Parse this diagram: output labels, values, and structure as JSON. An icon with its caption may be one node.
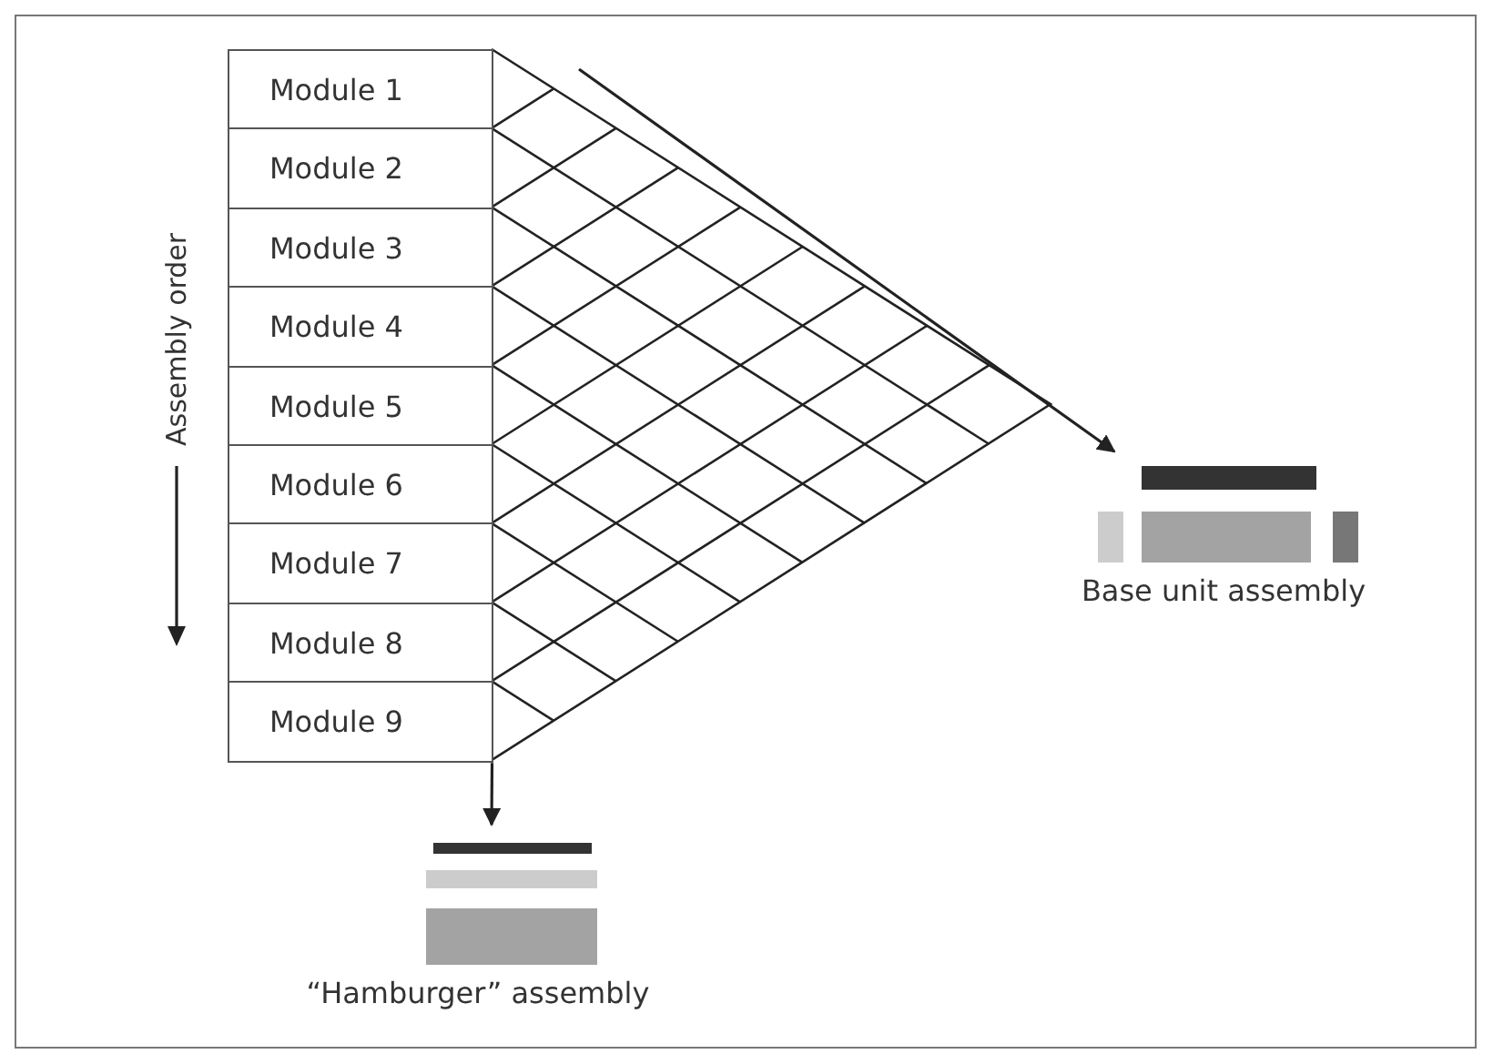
{
  "diagram": {
    "nodes": [
      {
        "text": [
          "Module 1"
        ]
      },
      {
        "text": [
          "Module 2"
        ]
      },
      {
        "text": [
          "Module 3"
        ]
      },
      {
        "text": [
          "Module 4"
        ]
      },
      {
        "text": [
          "Module 5"
        ]
      },
      {
        "text": [
          "Module 6"
        ]
      },
      {
        "text": [
          "Module 7"
        ]
      },
      {
        "text": [
          "Module 8"
        ]
      },
      {
        "text": [
          "Module 9"
        ]
      },
      {
        "text": [
          "Base unit assembly"
        ]
      },
      {
        "text": [
          "“Hamburger” assembly"
        ]
      }
    ],
    "edges": [
      {
        "from": 8,
        "to": 10,
        "arrow": "to"
      },
      {
        "from": null,
        "to": 9,
        "arrow": "to"
      }
    ],
    "labels": [
      "Assembly order"
    ]
  }
}
